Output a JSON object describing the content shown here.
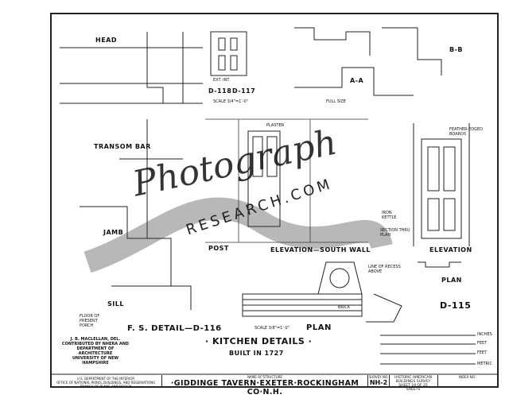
{
  "labels": {
    "head": "HEAD",
    "transom": "TRANSOM BAR",
    "jamb": "JAMB",
    "sill": "SILL",
    "floor": "FLOOR OF PRESENT PORCH",
    "fs_detail": "F. S. DETAIL—D-116",
    "d118": "D-118",
    "d117": "D-117",
    "ext_int": "EXT.  INT.",
    "scale_small": "SCALE 3/4\"=1'-0\"",
    "aa": "A-A",
    "bb": "B-B",
    "full_size": "FULL SIZE",
    "plaster": "PLASTER",
    "feather": "FEATHER-EDGED BOARDS",
    "kettle": "IRON KETTLE",
    "section_plan": "SECTION THRU PLAN",
    "post": "POST",
    "elev_south": "ELEVATION—SOUTH WALL",
    "elevation": "ELEVATION",
    "plan_right": "PLAN",
    "d115": "D-115",
    "recess": "LINE OF RECESS ABOVE",
    "brick": "BRICK",
    "scale_plan": "SCALE 3/8\"=1'-0\"",
    "plan": "PLAN"
  },
  "title": {
    "main": "· KITCHEN DETAILS ·",
    "built": "BUILT IN 1727"
  },
  "credits": [
    "J. B. MACLELLAN, DEL.",
    "CONTRIBUTED BY NHERA AND",
    "DEPARTMENT OF ARCHITECTURE",
    "UNIVERSITY OF NEW HAMPSHIRE"
  ],
  "scales": [
    "INCHES",
    "FEET",
    "FEET",
    "METRIC"
  ],
  "title_block": {
    "agency": [
      "U.S. DEPARTMENT OF THE INTERIOR",
      "OFFICE OF NATIONAL PARKS, BUILDINGS, AND RESERVATIONS",
      "BRANCH OF PLANS AND DESIGN"
    ],
    "name_caption": "NAME OF STRUCTURE",
    "structure": "·GIDDINGE TAVERN·EXETER·ROCKINGHAM CO·N.H.",
    "survey_caption": "SURVEY NO.",
    "survey": "NH-2",
    "habs": "HISTORIC AMERICAN BUILDINGS SURVEY",
    "sheet": "SHEET 19 OF 25 SHEETS",
    "index": "INDEX NO."
  },
  "watermark": {
    "script": "Photograph",
    "sub": "RESEARCH.COM"
  }
}
